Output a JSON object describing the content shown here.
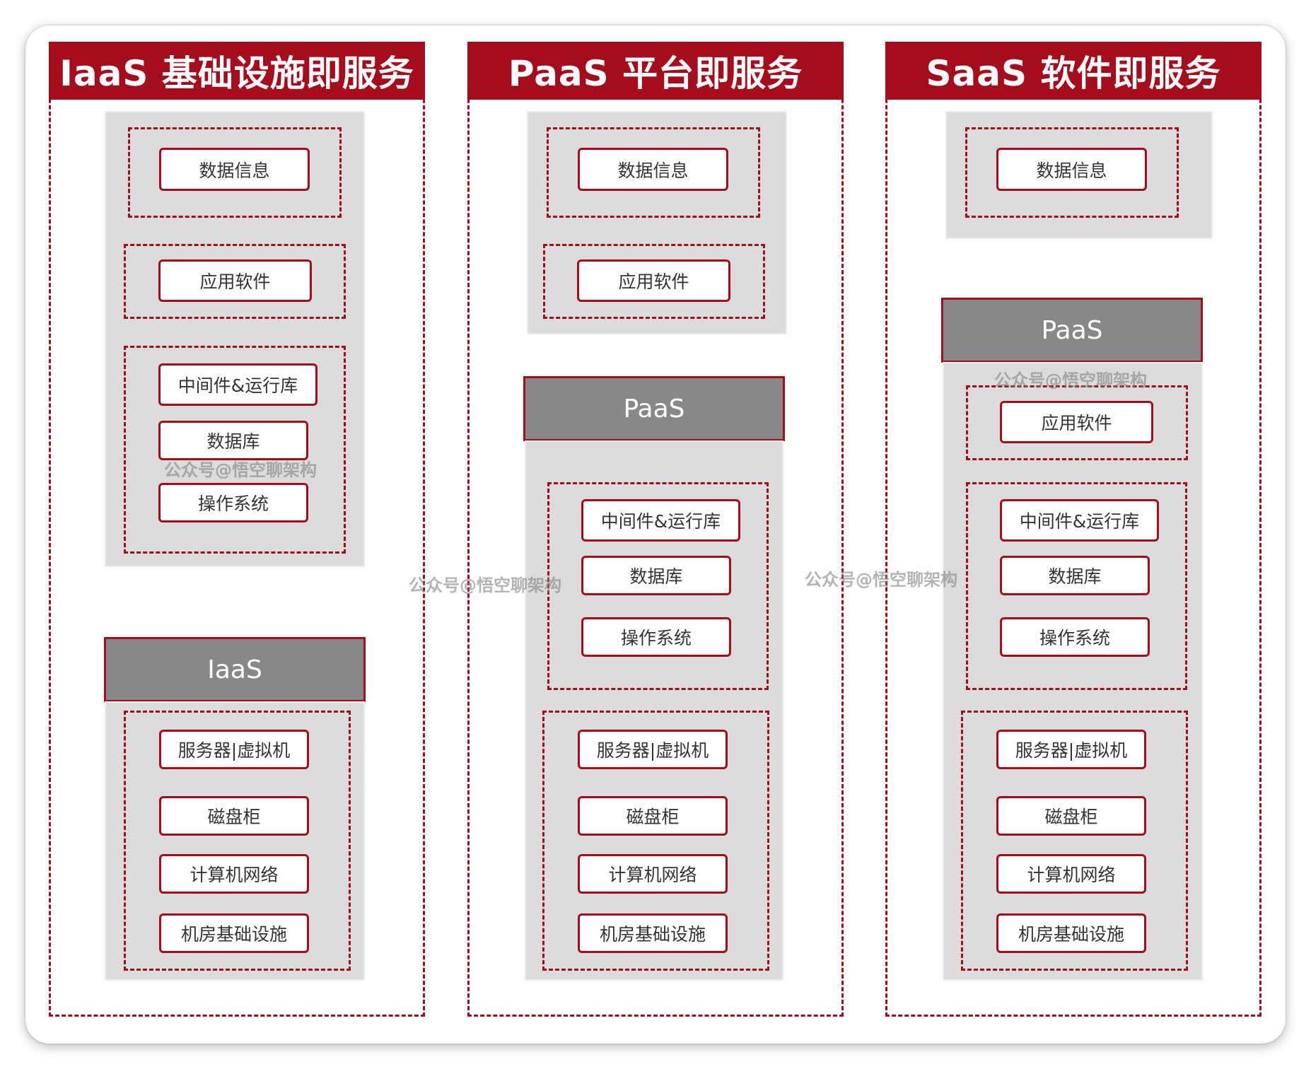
{
  "columns": {
    "iaas": {
      "title": "IaaS 基础设施即服务",
      "layer_bar": "IaaS",
      "items": {
        "data": "数据信息",
        "app": "应用软件",
        "middleware": "中间件&运行库",
        "database": "数据库",
        "os": "操作系统",
        "server": "服务器|虚拟机",
        "disk": "磁盘柜",
        "network": "计算机网络",
        "datacenter": "机房基础设施"
      }
    },
    "paas": {
      "title": "PaaS 平台即服务",
      "layer_bar": "PaaS",
      "items": {
        "data": "数据信息",
        "app": "应用软件",
        "middleware": "中间件&运行库",
        "database": "数据库",
        "os": "操作系统",
        "server": "服务器|虚拟机",
        "disk": "磁盘柜",
        "network": "计算机网络",
        "datacenter": "机房基础设施"
      }
    },
    "saas": {
      "title": "SaaS 软件即服务",
      "layer_bar": "PaaS",
      "items": {
        "data": "数据信息",
        "app": "应用软件",
        "middleware": "中间件&运行库",
        "database": "数据库",
        "os": "操作系统",
        "server": "服务器|虚拟机",
        "disk": "磁盘柜",
        "network": "计算机网络",
        "datacenter": "机房基础设施"
      }
    }
  },
  "watermark": "公众号@悟空聊架构",
  "colors": {
    "brand_red": "#a50d1c",
    "layer_grey": "#888888",
    "panel_grey": "#dcdcdc"
  }
}
